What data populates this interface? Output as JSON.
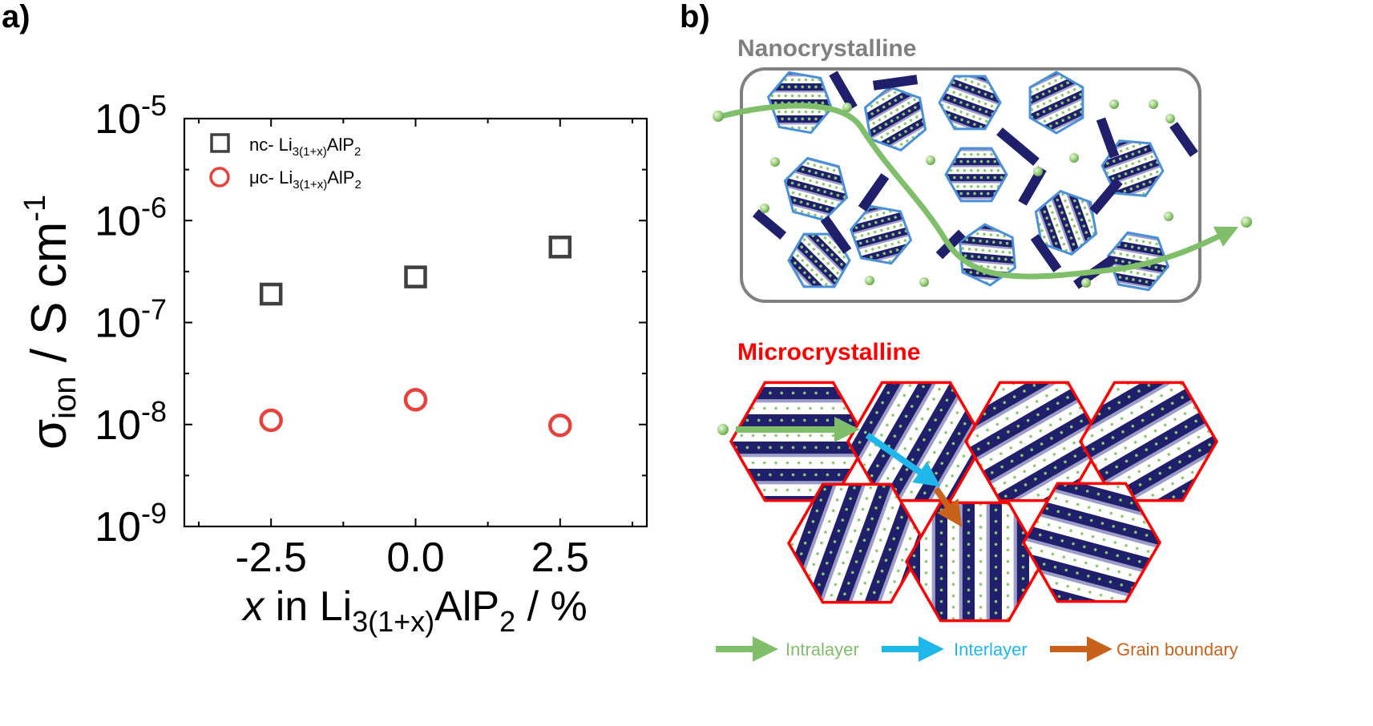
{
  "panel_a": {
    "label": "a)"
  },
  "panel_b": {
    "label": "b)",
    "nano_title": "Nanocrystalline",
    "micro_title": "Microcrystalline",
    "key": [
      {
        "label": "Intralayer",
        "color": "#7fbf6a"
      },
      {
        "label": "Interlayer",
        "color": "#1fb7ea"
      },
      {
        "label": "Grain boundary",
        "color": "#c8621b"
      }
    ],
    "colors": {
      "nano_frame": "#808080",
      "grain_outline_nano": "#4a90d9",
      "grain_outline_micro": "#ff0000",
      "layer_dark": "#1f1f6b",
      "layer_mid": "#5a5ba3",
      "li_ion": "#8cc86e",
      "path_green": "#7fbf6a"
    }
  },
  "chart_data": {
    "type": "scatter",
    "title": "",
    "xlabel": {
      "var": "x",
      "text": " in Li",
      "sub": "3(1+x)",
      "rest": "AlP",
      "sub2": "2",
      "tail": " / %"
    },
    "ylabel": {
      "main": "σ",
      "sub": "ion",
      "rest": " / S cm",
      "sup": "-1"
    },
    "y_scale": "log",
    "xlim": [
      -4.0,
      4.0
    ],
    "ylim": [
      1e-09,
      1e-05
    ],
    "x_ticks": [
      -2.5,
      0.0,
      2.5
    ],
    "x_tick_labels": [
      "-2.5",
      "0.0",
      "2.5"
    ],
    "y_ticks": [
      1e-05,
      1e-06,
      1e-07,
      1e-08,
      1e-09
    ],
    "y_tick_labels": [
      {
        "base": "10",
        "exp": "-5"
      },
      {
        "base": "10",
        "exp": "-6"
      },
      {
        "base": "10",
        "exp": "-7"
      },
      {
        "base": "10",
        "exp": "-8"
      },
      {
        "base": "10",
        "exp": "-9"
      }
    ],
    "legend_position": "top-left",
    "series": [
      {
        "name": "nc- Li3(1+x)AlP2",
        "legend_prefix": "nc- Li",
        "legend_sub": "3(1+x)",
        "legend_mid": "AlP",
        "legend_sub2": "2",
        "marker": "square",
        "color": "#404040",
        "x": [
          -2.5,
          0.0,
          2.5
        ],
        "y": [
          1.9e-07,
          2.8e-07,
          5.5e-07
        ]
      },
      {
        "name": "μc- Li3(1+x)AlP2",
        "legend_prefix": "μc- Li",
        "legend_sub": "3(1+x)",
        "legend_mid": "AlP",
        "legend_sub2": "2",
        "marker": "circle",
        "color": "#e8413c",
        "x": [
          -2.5,
          0.0,
          2.5
        ],
        "y": [
          1.1e-08,
          1.75e-08,
          9.8e-09
        ]
      }
    ]
  }
}
